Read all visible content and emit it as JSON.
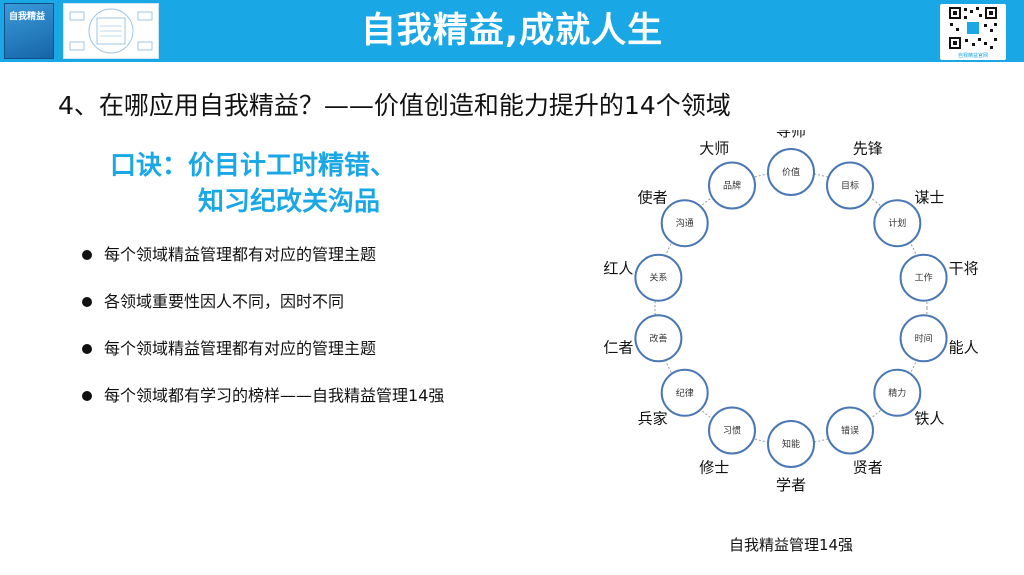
{
  "header": {
    "title": "自我精益,成就人生",
    "book_label": "自我精益",
    "qr_caption": "自我精益官网",
    "accent_color": "#1aa7e6"
  },
  "subtitle": "4、在哪应用自我精益？——价值创造和能力提升的14个领域",
  "mnemonic": {
    "line1": "口诀：价目计工时精错、",
    "line2": "知习纪改关沟品"
  },
  "bullets": [
    "每个领域精益管理都有对应的管理主题",
    "各领域重要性因人不同，因时不同",
    "每个领域精益管理都有对应的管理主题",
    "每个领域都有学习的榜样——自我精益管理14强"
  ],
  "wheel": {
    "caption": "自我精益管理14强",
    "circle_color": "#4a78b4",
    "nodes": [
      {
        "domain": "价值",
        "role": "导师"
      },
      {
        "domain": "目标",
        "role": "先锋"
      },
      {
        "domain": "计划",
        "role": "谋士"
      },
      {
        "domain": "工作",
        "role": "干将"
      },
      {
        "domain": "时间",
        "role": "能人"
      },
      {
        "domain": "精力",
        "role": "铁人"
      },
      {
        "domain": "错误",
        "role": "贤者"
      },
      {
        "domain": "知能",
        "role": "学者"
      },
      {
        "domain": "习惯",
        "role": "修士"
      },
      {
        "domain": "纪律",
        "role": "兵家"
      },
      {
        "domain": "改善",
        "role": "仁者"
      },
      {
        "domain": "关系",
        "role": "红人"
      },
      {
        "domain": "沟通",
        "role": "使者"
      },
      {
        "domain": "品牌",
        "role": "大师"
      }
    ]
  }
}
